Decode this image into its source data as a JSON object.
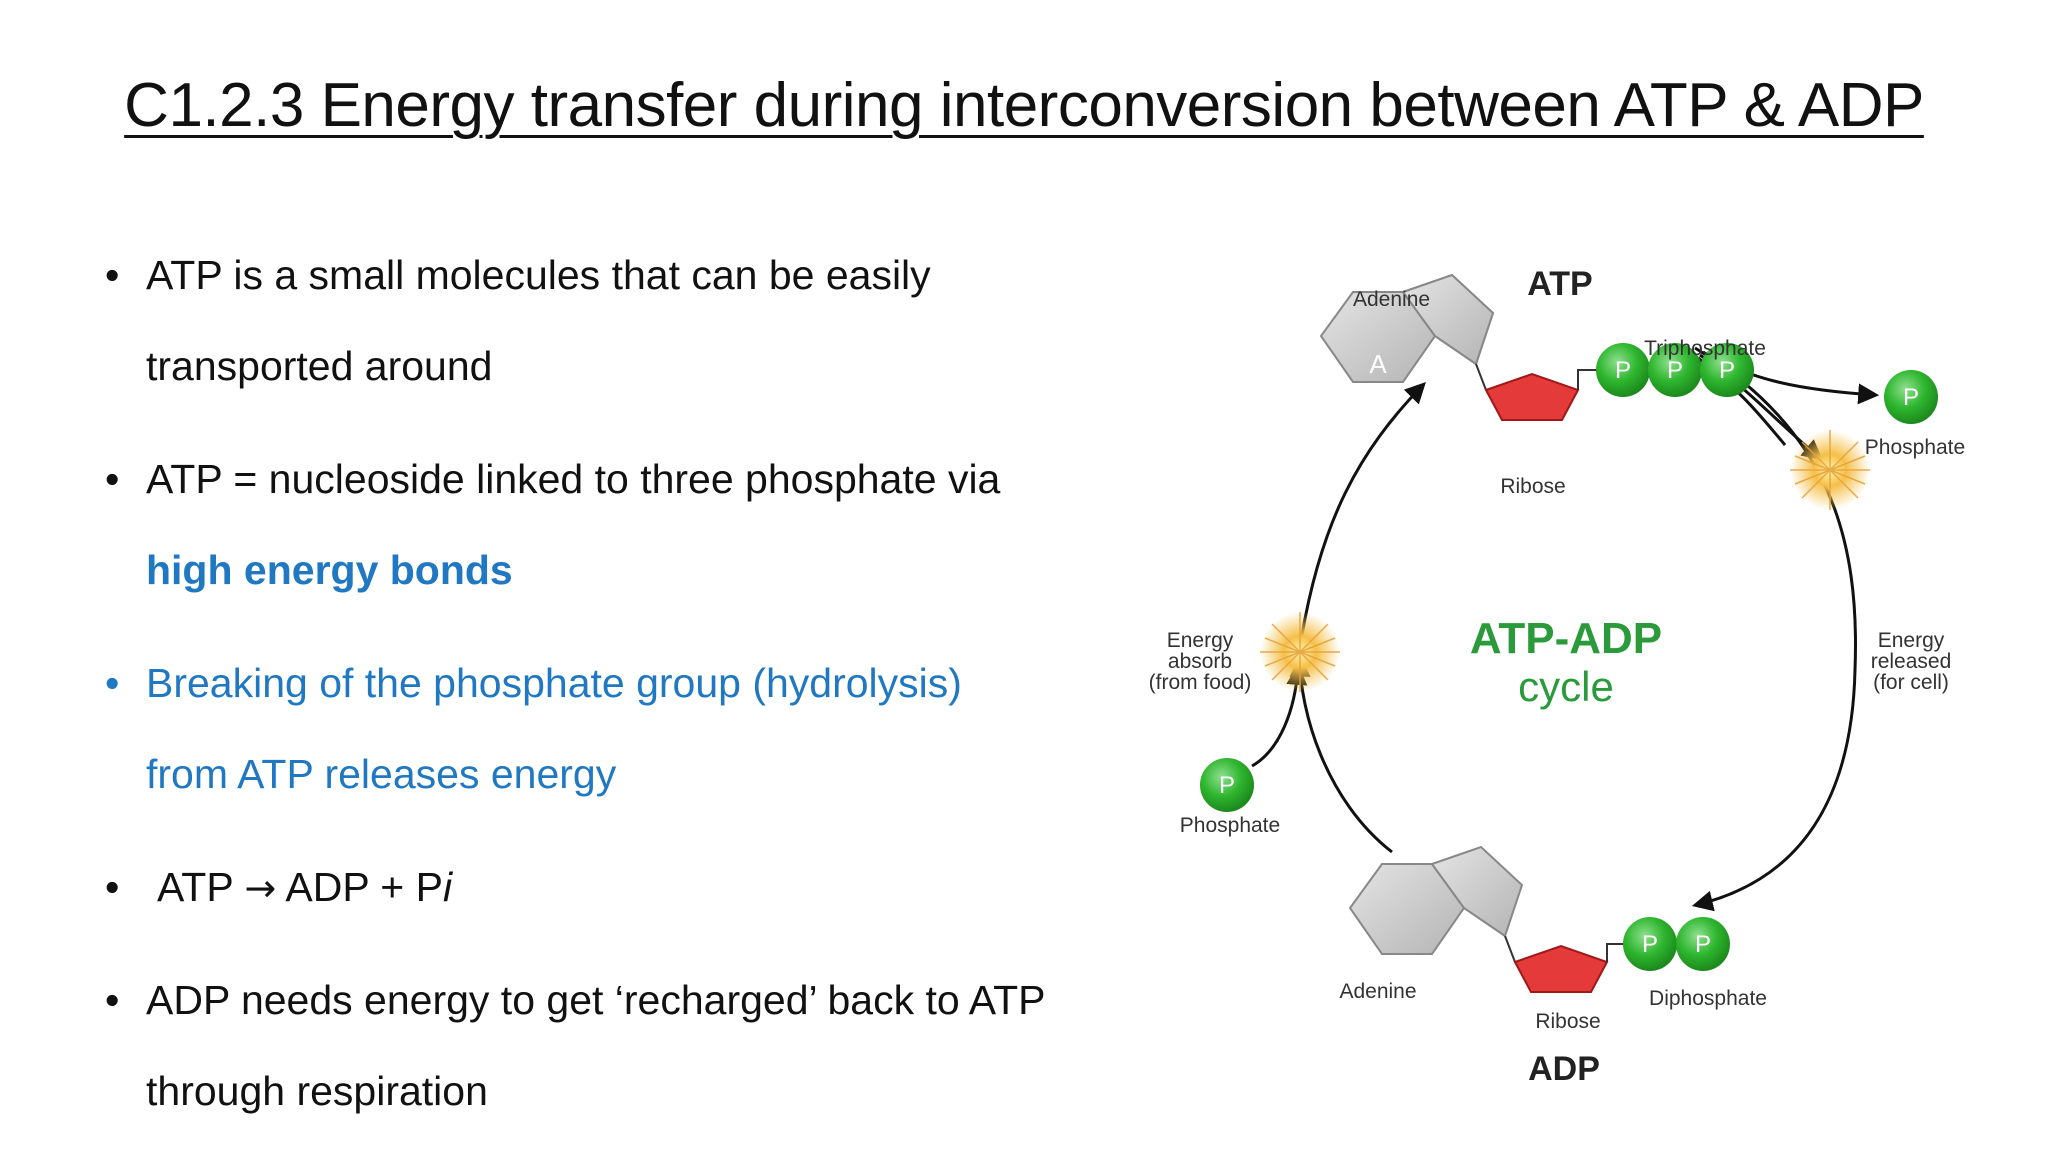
{
  "title": "C1.2.3 Energy transfer during interconversion between ATP & ADP",
  "bullets": [
    {
      "marker": "•",
      "line1": "ATP is a small molecules that can be easily",
      "line2": "transported around"
    },
    {
      "marker": "•",
      "line1": "ATP = nucleoside linked to three phosphate via",
      "line2": "high energy bonds"
    },
    {
      "marker": "•",
      "line1": "Breaking of the phosphate group (hydrolysis)",
      "line2": "from ATP releases energy"
    },
    {
      "marker": "•",
      "eq_left": "ATP",
      "eq_arrow": "→",
      "eq_right": "ADP + P",
      "eq_italic": "i"
    },
    {
      "marker": "•",
      "line1": "ADP needs energy to get ‘recharged’ back to ATP",
      "line2": "through respiration"
    }
  ],
  "diagram": {
    "atp_label": "ATP",
    "adp_label": "ADP",
    "adenine_top": "Adenine",
    "adenine_bottom": "Adenine",
    "adenine_letter": "A",
    "ribose_top": "Ribose",
    "ribose_bottom": "Ribose",
    "triphosphate": "Triphosphate",
    "diphosphate": "Diphosphate",
    "phosphate_right": "Phosphate",
    "phosphate_left": "Phosphate",
    "p_letter": "P",
    "cycle_line1": "ATP-ADP",
    "cycle_line2": "cycle",
    "energy_absorb": [
      "Energy",
      "absorb",
      "(from food)"
    ],
    "energy_released": [
      "Energy",
      "released",
      "(for cell)"
    ],
    "colors": {
      "phosphate_green": "#2fb62f",
      "ribose_red": "#e53a3a",
      "adenine_gray": "#c8c8c8",
      "cycle_green": "#2a9a3a",
      "accent_blue": "#1f78c1"
    }
  }
}
